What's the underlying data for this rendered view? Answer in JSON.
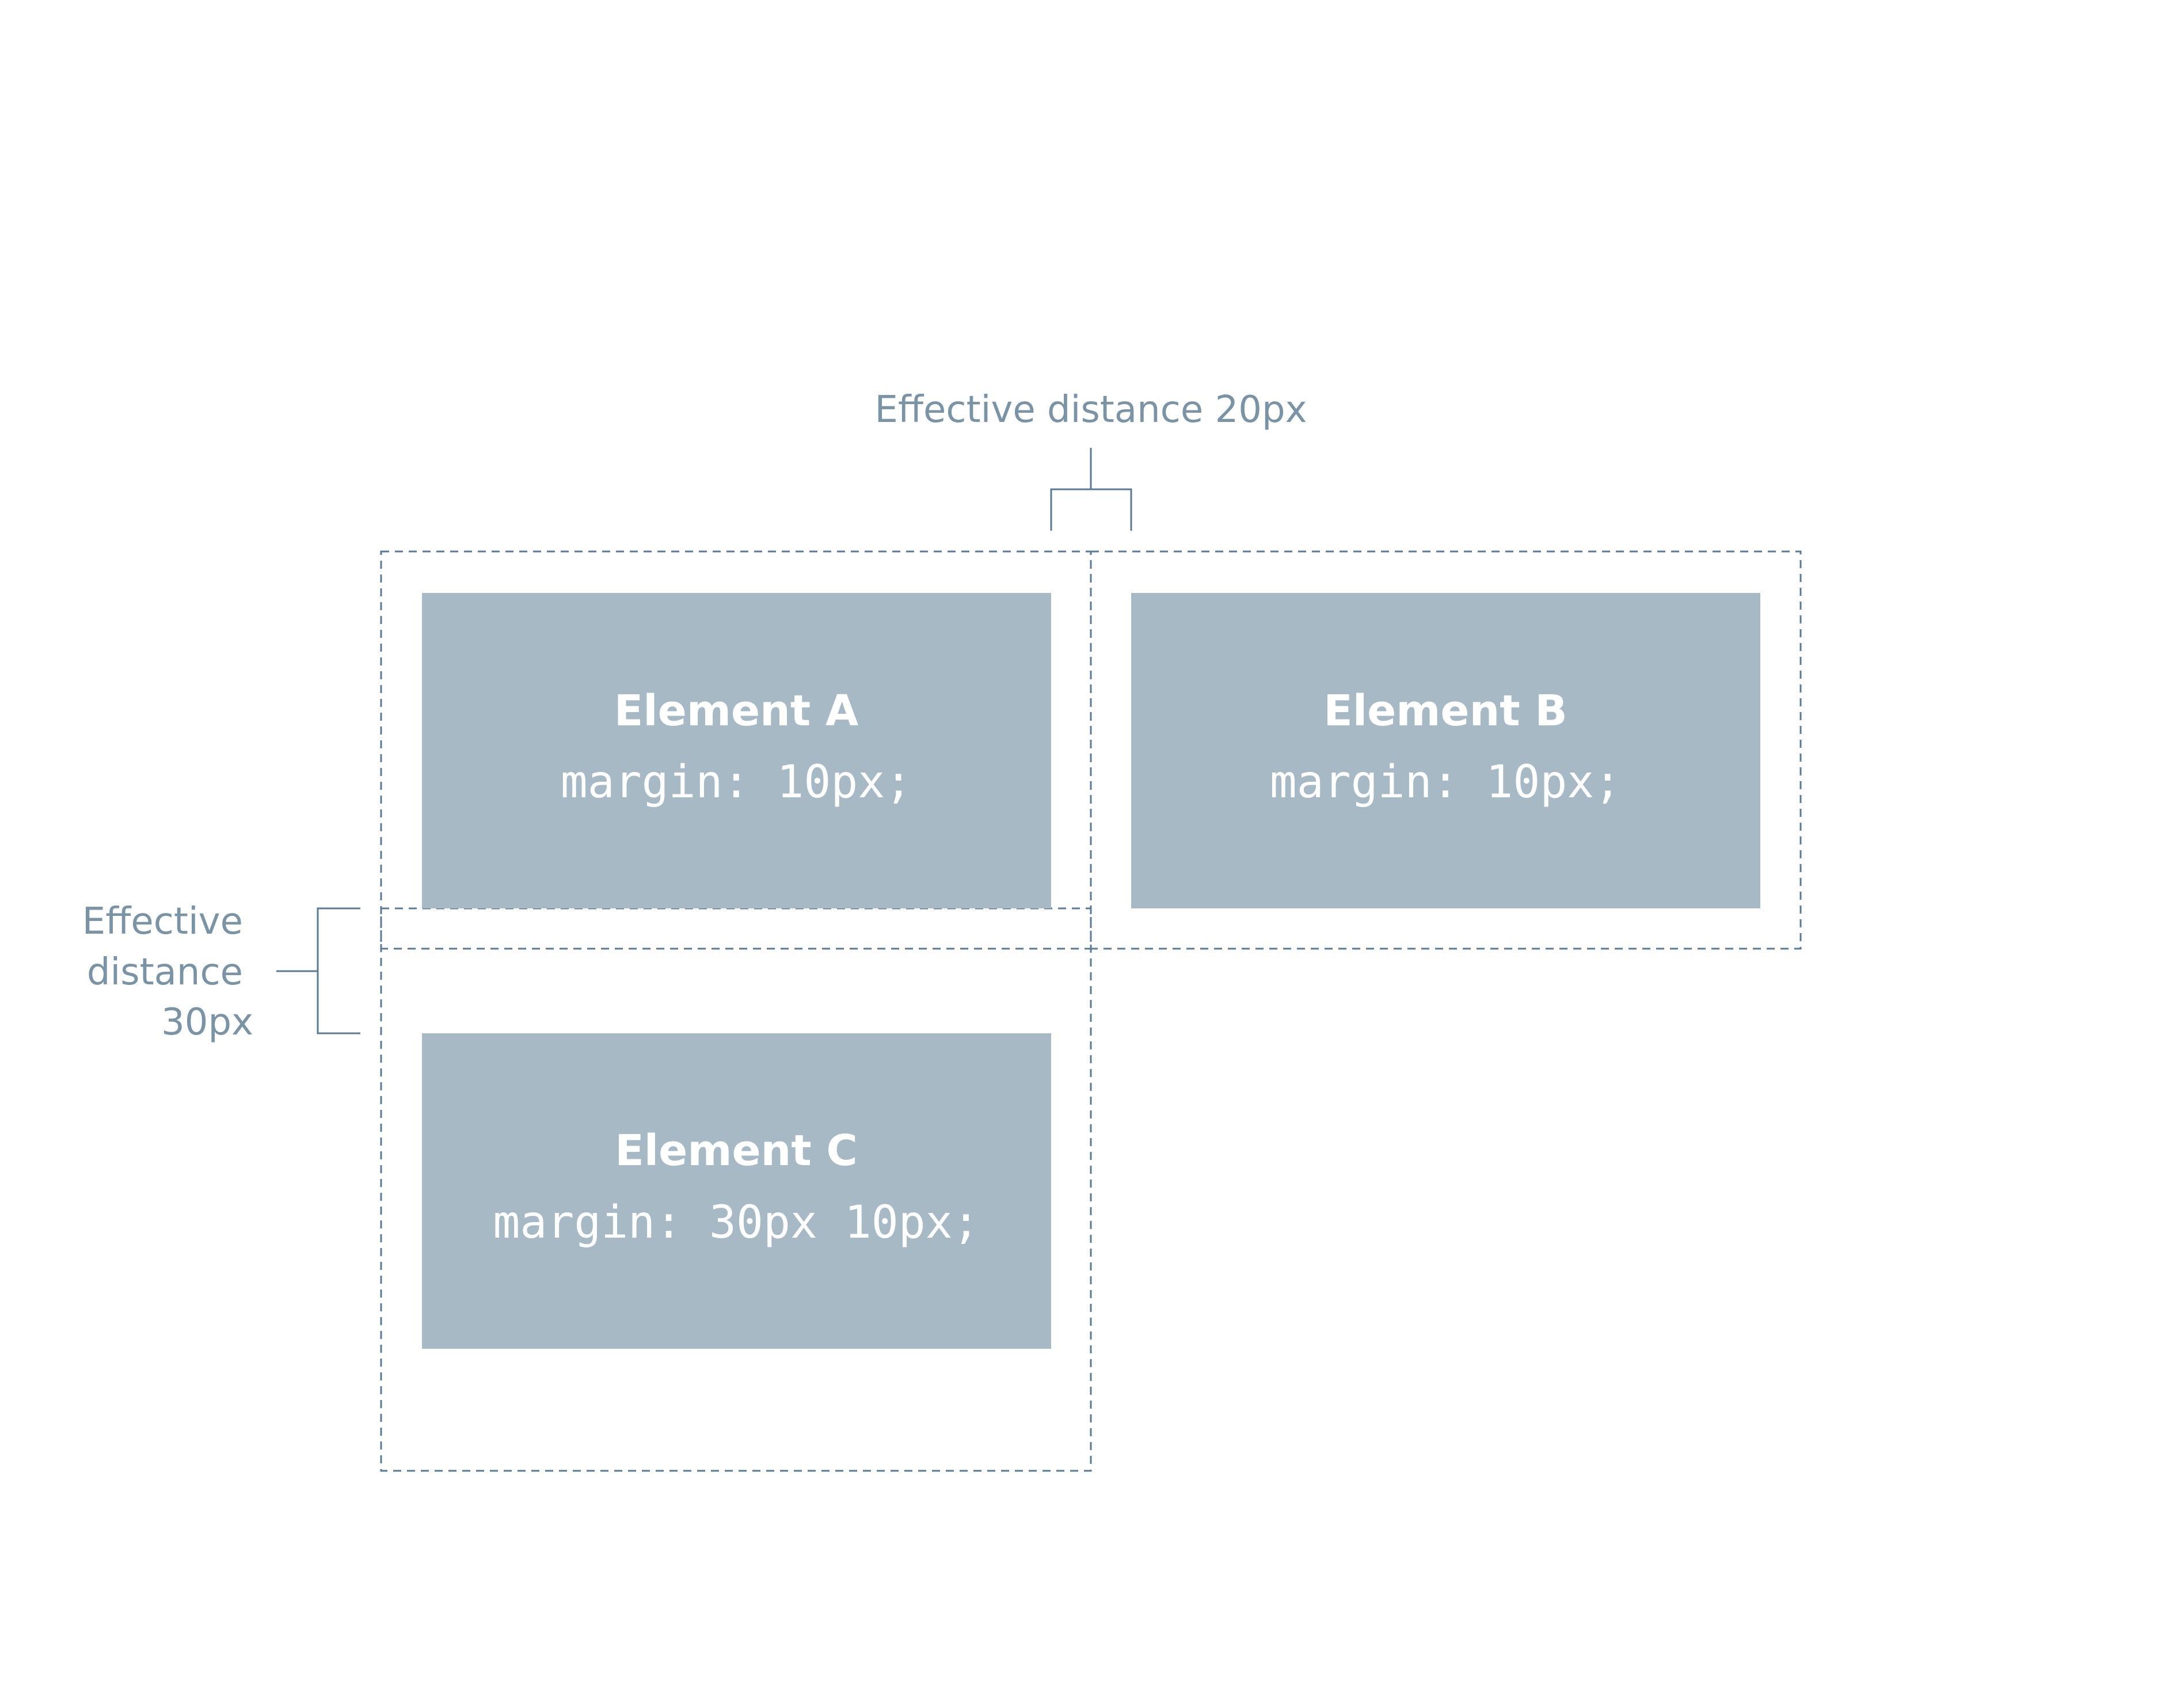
{
  "elements": {
    "a": {
      "title": "Element A",
      "code": "margin: 10px;"
    },
    "b": {
      "title": "Element B",
      "code": "margin: 10px;"
    },
    "c": {
      "title": "Element C",
      "code": "margin: 30px 10px;"
    }
  },
  "annotations": {
    "horizontal": "Effective distance 20px",
    "vertical_line1": "Effective",
    "vertical_line2": "distance",
    "vertical_line3": "30px"
  },
  "colors": {
    "element_fill": "#a7b9c4",
    "dashed_outline": "#5a7a95",
    "annotation_text": "#7a93a5",
    "element_text": "#ffffff"
  }
}
